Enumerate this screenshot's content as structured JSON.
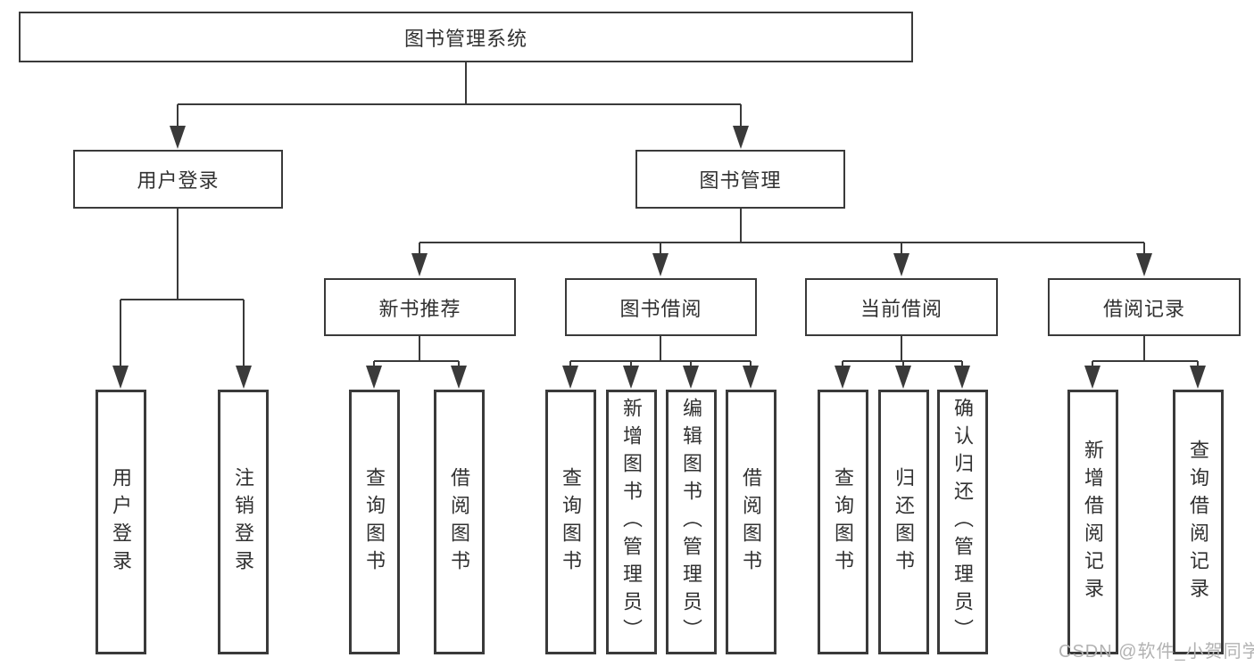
{
  "colors": {
    "line": "#3a3a3a",
    "text": "#313131",
    "watermark": "#b2b2b2",
    "background": "#ffffff"
  },
  "tree": {
    "root": {
      "label": "图书管理系统"
    },
    "branches": [
      {
        "label": "用户登录",
        "children": [
          {
            "label": "用户登录"
          },
          {
            "label": "注销登录"
          }
        ]
      },
      {
        "label": "图书管理",
        "children": [
          {
            "label": "新书推荐",
            "children": [
              {
                "label": "查询图书"
              },
              {
                "label": "借阅图书"
              }
            ]
          },
          {
            "label": "图书借阅",
            "children": [
              {
                "label": "查询图书"
              },
              {
                "label": "新增图书（管理员）"
              },
              {
                "label": "编辑图书（管理员）"
              },
              {
                "label": "借阅图书"
              }
            ]
          },
          {
            "label": "当前借阅",
            "children": [
              {
                "label": "查询图书"
              },
              {
                "label": "归还图书"
              },
              {
                "label": "确认归还（管理员）"
              }
            ]
          },
          {
            "label": "借阅记录",
            "children": [
              {
                "label": "新增借阅记录"
              },
              {
                "label": "查询借阅记录"
              }
            ]
          }
        ]
      }
    ]
  },
  "watermark": {
    "text": "CSDN @软件_小贺同学"
  }
}
